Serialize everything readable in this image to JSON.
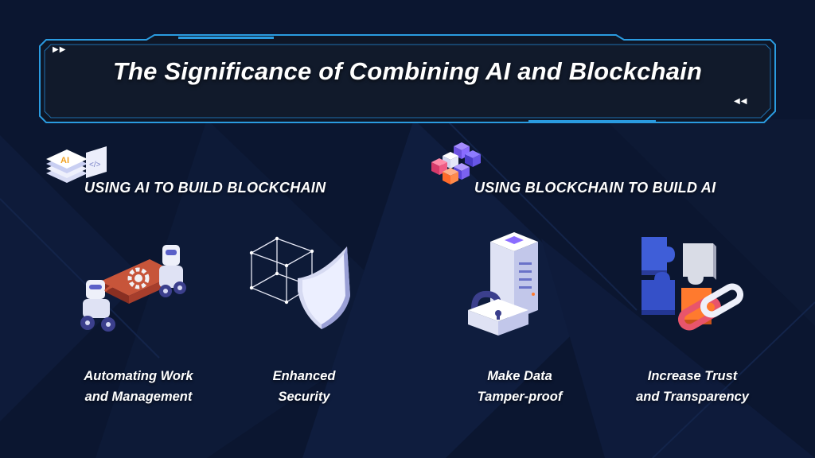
{
  "title": "The Significance of Combining AI and Blockchain",
  "decor": {
    "arrows_left": "▶▶",
    "arrows_right": "◀◀"
  },
  "colors": {
    "background": "#0b1630",
    "frame": "#2a9be0",
    "accent_orange": "#ff7a2e",
    "accent_blue": "#3f5ed8",
    "accent_purple": "#8a6cff"
  },
  "sections": [
    {
      "heading": "USING AI TO BUILD BLOCKCHAIN",
      "badge_icon": "ai-code-stack-icon",
      "badge_text": "AI",
      "badge_code": "</>",
      "items": [
        {
          "icon": "robot-assembly-icon",
          "caption_line1": "Automating Work",
          "caption_line2": "and Management"
        },
        {
          "icon": "cube-shield-icon",
          "caption_line1": "Enhanced",
          "caption_line2": "Security"
        }
      ]
    },
    {
      "heading": "USING BLOCKCHAIN TO BUILD AI",
      "badge_icon": "blocks-icon",
      "items": [
        {
          "icon": "server-lock-icon",
          "caption_line1": "Make Data",
          "caption_line2": "Tamper-proof"
        },
        {
          "icon": "puzzle-chain-icon",
          "caption_line1": "Increase Trust",
          "caption_line2": "and Transparency"
        }
      ]
    }
  ]
}
